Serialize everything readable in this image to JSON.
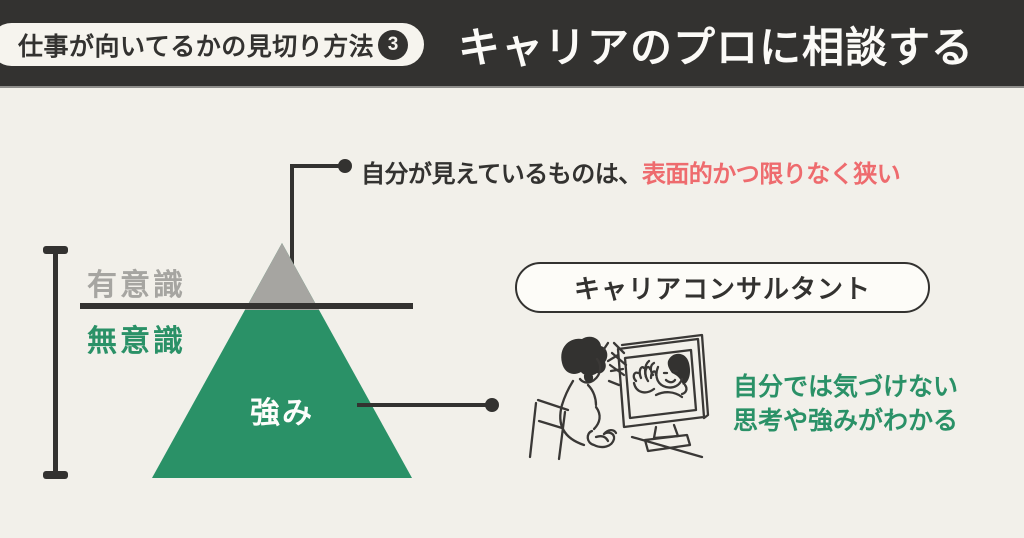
{
  "header": {
    "badge": {
      "text": "仕事が向いてるかの見切り方法",
      "number": "3"
    },
    "title": "キャリアのプロに相談する"
  },
  "annotation": {
    "prefix": "自分が見えているものは、",
    "highlight": "表面的かつ限りなく狭い"
  },
  "pyramid": {
    "conscious_label": "有意識",
    "unconscious_label": "無意識",
    "strength_label": "強み"
  },
  "consultant": {
    "pill_label": "キャリアコンサルタント",
    "benefit_line1": "自分では気づけない",
    "benefit_line2": "思考や強みがわかる"
  },
  "icons": {
    "illustration": "video-call-consultation-illustration"
  },
  "colors": {
    "ink": "#333230",
    "background": "#f2f0ea",
    "green": "#2a9167",
    "gray": "#a6a5a1",
    "red": "#ee6b6e",
    "pill_bg": "#fdfcf8",
    "badge_bg": "#f6f4ee"
  }
}
